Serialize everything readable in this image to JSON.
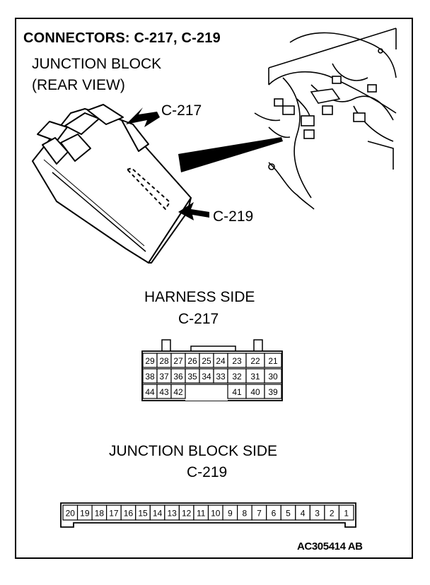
{
  "title": "CONNECTORS: C-217, C-219",
  "junction_block": {
    "label": "JUNCTION BLOCK",
    "view": "(REAR VIEW)",
    "callout_c217": "C-217",
    "callout_c219": "C-219"
  },
  "harness_side": {
    "title": "HARNESS SIDE",
    "connector": "C-217",
    "rows": [
      [
        "29",
        "28",
        "27",
        "26",
        "25",
        "24",
        "23",
        "22",
        "21"
      ],
      [
        "38",
        "37",
        "36",
        "35",
        "34",
        "33",
        "32",
        "31",
        "30"
      ],
      [
        "44",
        "43",
        "42",
        "",
        "",
        "",
        "41",
        "40",
        "39"
      ]
    ]
  },
  "junction_block_side": {
    "title": "JUNCTION BLOCK SIDE",
    "connector": "C-219",
    "pins": [
      "20",
      "19",
      "18",
      "17",
      "16",
      "15",
      "14",
      "13",
      "12",
      "11",
      "10",
      "9",
      "8",
      "7",
      "6",
      "5",
      "4",
      "3",
      "2",
      "1"
    ]
  },
  "figure_id": "AC305414 AB"
}
